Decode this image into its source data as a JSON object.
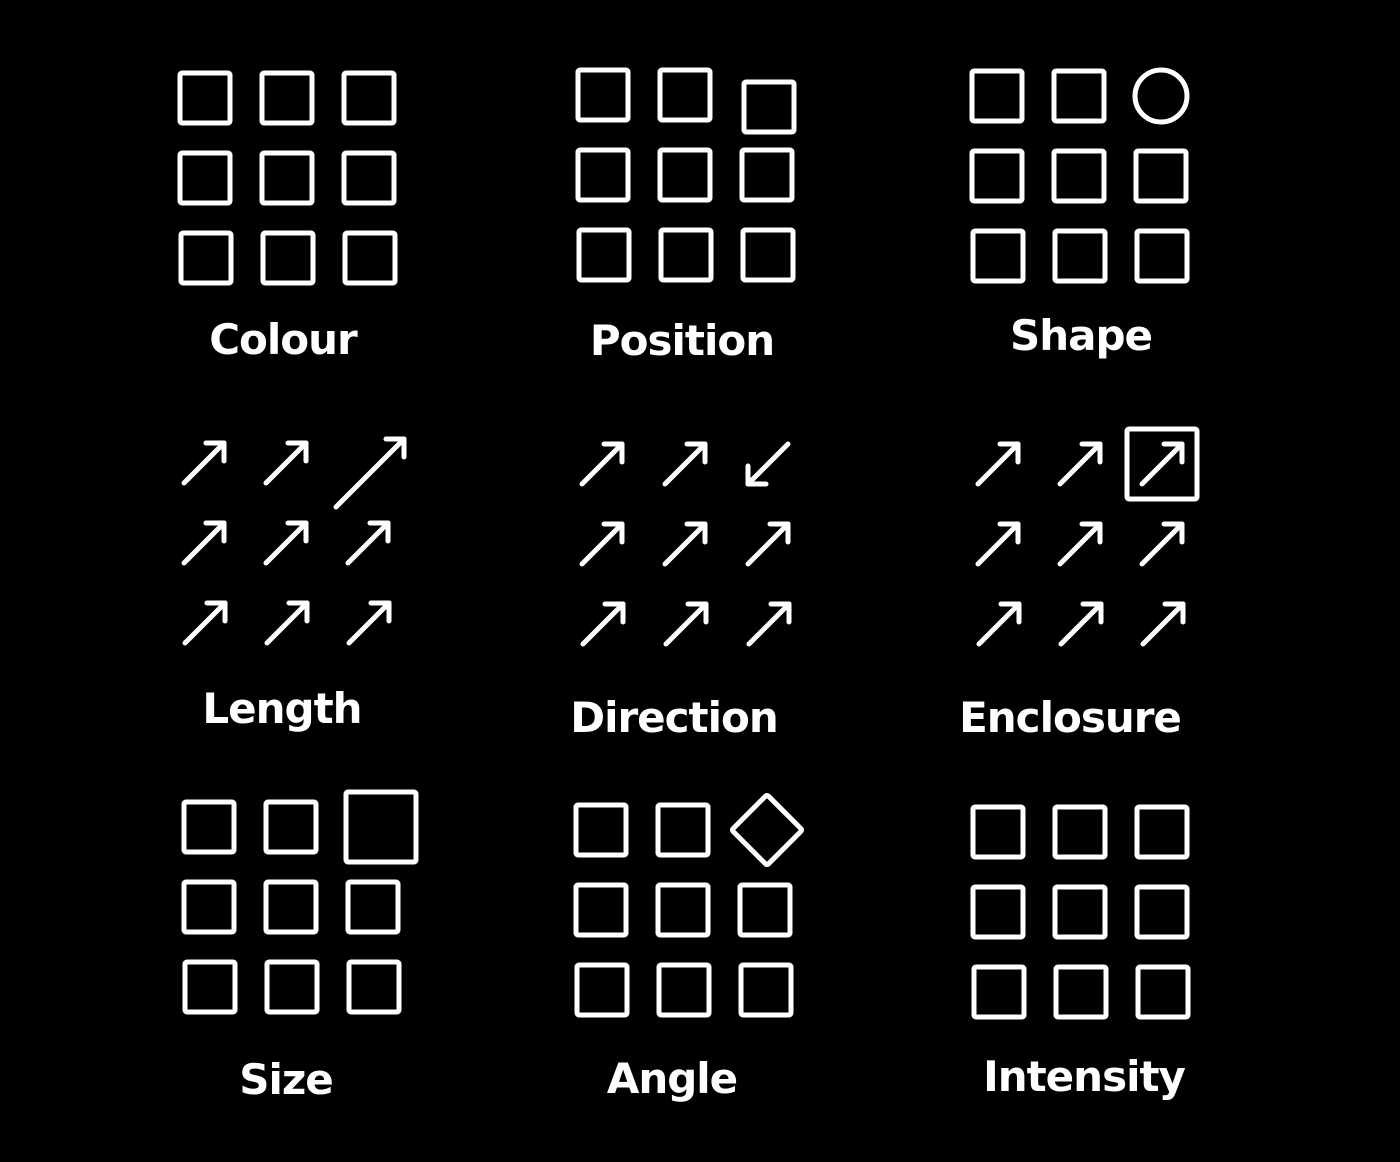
{
  "colors": {
    "background": "#000000",
    "stroke": "#ffffff",
    "highlight": "#d9605f",
    "intensity_light": "#f2b9ba",
    "intensity_mid": "#eda3a4",
    "intensity_strong": "#d9605f"
  },
  "panels": [
    {
      "caption": "Colour",
      "mark": "square",
      "odd_one_out": {
        "row": 0,
        "col": 2,
        "change": "colour"
      }
    },
    {
      "caption": "Position",
      "mark": "square",
      "odd_one_out": {
        "row": 0,
        "col": 2,
        "change": "position"
      }
    },
    {
      "caption": "Shape",
      "mark": "square",
      "odd_one_out": {
        "row": 0,
        "col": 2,
        "change": "shape-circle"
      }
    },
    {
      "caption": "Length",
      "mark": "arrow",
      "odd_one_out": {
        "row": 0,
        "col": 2,
        "change": "length"
      }
    },
    {
      "caption": "Direction",
      "mark": "arrow",
      "odd_one_out": {
        "row": 0,
        "col": 2,
        "change": "direction"
      }
    },
    {
      "caption": "Enclosure",
      "mark": "arrow",
      "odd_one_out": {
        "row": 0,
        "col": 2,
        "change": "enclosure"
      }
    },
    {
      "caption": "Size",
      "mark": "square",
      "odd_one_out": {
        "row": 0,
        "col": 2,
        "change": "size"
      }
    },
    {
      "caption": "Angle",
      "mark": "square",
      "odd_one_out": {
        "row": 0,
        "col": 2,
        "change": "angle"
      }
    },
    {
      "caption": "Intensity",
      "mark": "square",
      "odd_one_out": {
        "row": 0,
        "col": 2,
        "change": "intensity"
      }
    }
  ]
}
